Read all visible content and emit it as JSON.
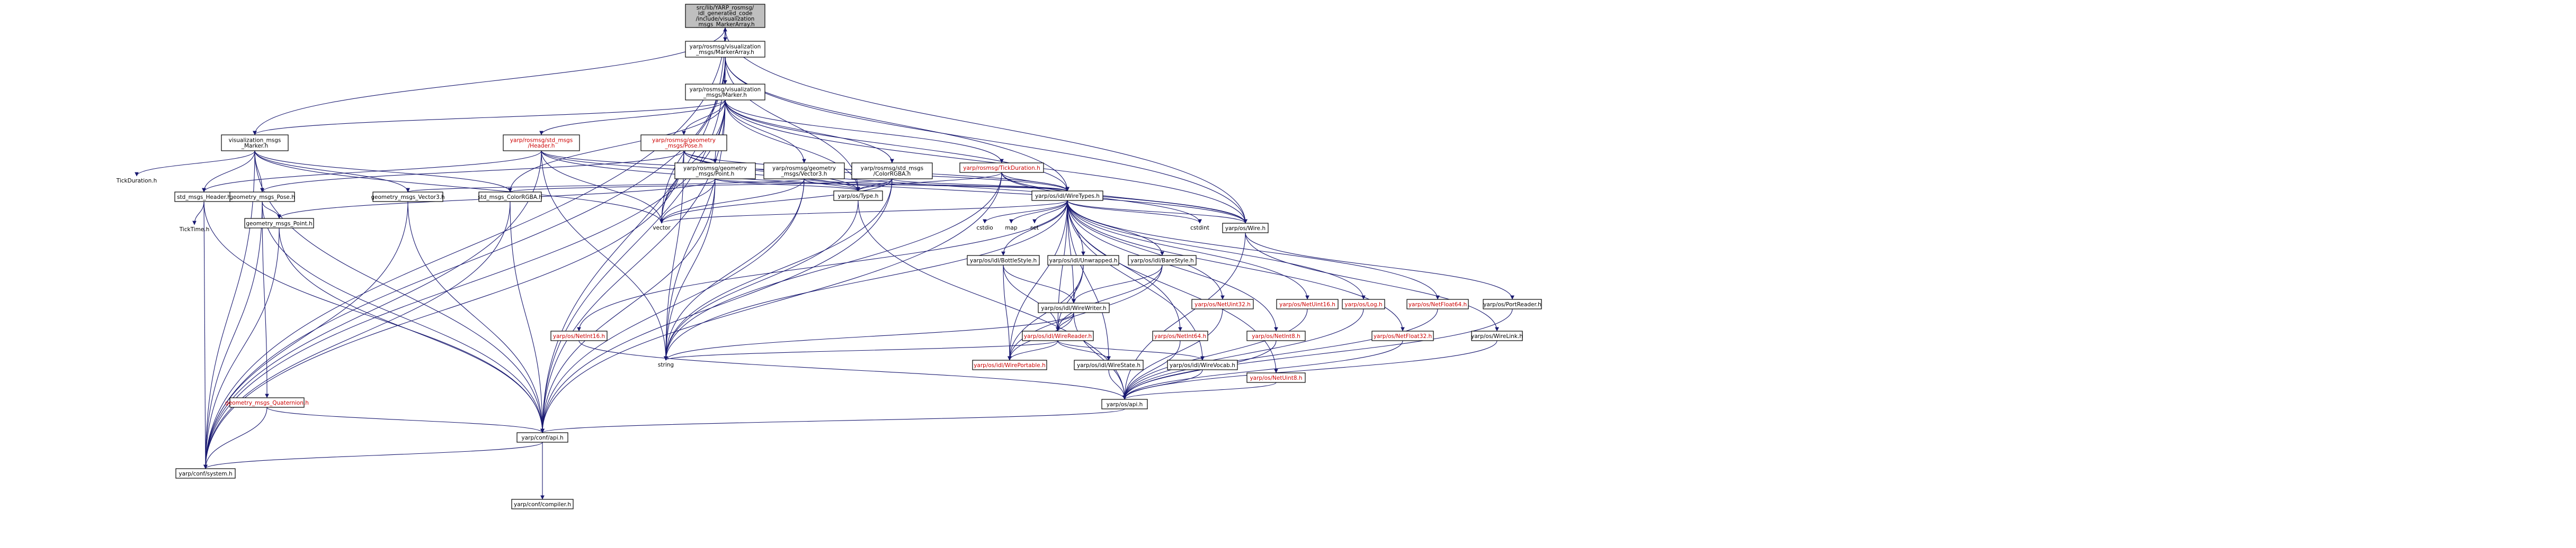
{
  "diagram": {
    "type": "include-dependency-graph",
    "nodes": [
      {
        "id": "root",
        "lines": [
          "src/lib/YARP_rosmsg/",
          "idl_generated_code",
          "/include/visualization",
          "_msgs_MarkerArray.h"
        ],
        "style": "root"
      },
      {
        "id": "markerarray",
        "lines": [
          "yarp/rosmsg/visualization",
          "_msgs/MarkerArray.h"
        ]
      },
      {
        "id": "marker",
        "lines": [
          "yarp/rosmsg/visualization",
          "_msgs/Marker.h"
        ]
      },
      {
        "id": "pose",
        "lines": [
          "yarp/rosmsg/geometry",
          "_msgs/Pose.h"
        ],
        "red": true
      },
      {
        "id": "vismarker",
        "lines": [
          "visualization_msgs",
          "_Marker.h"
        ]
      },
      {
        "id": "stdheader",
        "lines": [
          "yarp/rosmsg/std_msgs",
          "/Header.h"
        ],
        "red": true
      },
      {
        "id": "point",
        "lines": [
          "yarp/rosmsg/geometry",
          "_msgs/Point.h"
        ]
      },
      {
        "id": "vector3",
        "lines": [
          "yarp/rosmsg/geometry",
          "_msgs/Vector3.h"
        ]
      },
      {
        "id": "colorrgba",
        "lines": [
          "yarp/rosmsg/std_msgs",
          "/ColorRGBA.h"
        ]
      },
      {
        "id": "tickduration",
        "lines": [
          "yarp/rosmsg/TickDuration.h"
        ],
        "red": true
      },
      {
        "id": "tickdur_plain",
        "lines": [
          "TickDuration.h"
        ],
        "style": "notext"
      },
      {
        "id": "stdmsgsheader",
        "lines": [
          "std_msgs_Header.h"
        ]
      },
      {
        "id": "geompose",
        "lines": [
          "geometry_msgs_Pose.h"
        ]
      },
      {
        "id": "geomvector3",
        "lines": [
          "geometry_msgs_Vector3.h"
        ]
      },
      {
        "id": "stdcolor",
        "lines": [
          "std_msgs_ColorRGBA.h"
        ]
      },
      {
        "id": "type",
        "lines": [
          "yarp/os/Type.h"
        ]
      },
      {
        "id": "wiretypes",
        "lines": [
          "yarp/os/idl/WireTypes.h"
        ]
      },
      {
        "id": "ticktime",
        "lines": [
          "TickTime.h"
        ],
        "style": "notext"
      },
      {
        "id": "geompoint",
        "lines": [
          "geometry_msgs_Point.h"
        ]
      },
      {
        "id": "vector",
        "lines": [
          "vector"
        ],
        "style": "notext"
      },
      {
        "id": "cstdio",
        "lines": [
          "cstdio"
        ],
        "style": "notext"
      },
      {
        "id": "map",
        "lines": [
          "map"
        ],
        "style": "notext"
      },
      {
        "id": "set",
        "lines": [
          "set"
        ],
        "style": "notext"
      },
      {
        "id": "cstdint",
        "lines": [
          "cstdint"
        ],
        "style": "notext"
      },
      {
        "id": "wire",
        "lines": [
          "yarp/os/Wire.h"
        ]
      },
      {
        "id": "bottlestyle",
        "lines": [
          "yarp/os/idl/BottleStyle.h"
        ]
      },
      {
        "id": "unwrapped",
        "lines": [
          "yarp/os/idl/Unwrapped.h"
        ]
      },
      {
        "id": "barestyle",
        "lines": [
          "yarp/os/idl/BareStyle.h"
        ]
      },
      {
        "id": "netuint32",
        "lines": [
          "yarp/os/NetUint32.h"
        ],
        "red": true
      },
      {
        "id": "netuint16",
        "lines": [
          "yarp/os/NetUint16.h"
        ],
        "red": true
      },
      {
        "id": "logh",
        "lines": [
          "yarp/os/Log.h"
        ],
        "red": true
      },
      {
        "id": "netfloat64",
        "lines": [
          "yarp/os/NetFloat64.h"
        ],
        "red": true
      },
      {
        "id": "portreader",
        "lines": [
          "yarp/os/PortReader.h"
        ]
      },
      {
        "id": "wirewriter",
        "lines": [
          "yarp/os/idl/WireWriter.h"
        ]
      },
      {
        "id": "netint16",
        "lines": [
          "yarp/os/NetInt16.h"
        ],
        "red": true
      },
      {
        "id": "wirereader",
        "lines": [
          "yarp/os/idl/WireReader.h"
        ],
        "red": true
      },
      {
        "id": "netint64",
        "lines": [
          "yarp/os/NetInt64.h"
        ],
        "red": true
      },
      {
        "id": "netint8",
        "lines": [
          "yarp/os/NetInt8.h"
        ],
        "red": true
      },
      {
        "id": "netfloat32",
        "lines": [
          "yarp/os/NetFloat32.h"
        ],
        "red": true
      },
      {
        "id": "wirelink",
        "lines": [
          "yarp/os/WireLink.h"
        ]
      },
      {
        "id": "string",
        "lines": [
          "string"
        ],
        "style": "notext"
      },
      {
        "id": "wireportable",
        "lines": [
          "yarp/os/idl/WirePortable.h"
        ],
        "red": true
      },
      {
        "id": "wirestate",
        "lines": [
          "yarp/os/idl/WireState.h"
        ]
      },
      {
        "id": "wirevocab",
        "lines": [
          "yarp/os/idl/WireVocab.h"
        ]
      },
      {
        "id": "netuint8",
        "lines": [
          "yarp/os/NetUint8.h"
        ],
        "red": true
      },
      {
        "id": "geomquat",
        "lines": [
          "geometry_msgs_Quaternion.h"
        ],
        "red": true
      },
      {
        "id": "api",
        "lines": [
          "yarp/os/api.h"
        ]
      },
      {
        "id": "confapi",
        "lines": [
          "yarp/conf/api.h"
        ]
      },
      {
        "id": "confsystem",
        "lines": [
          "yarp/conf/system.h"
        ]
      },
      {
        "id": "confcompiler",
        "lines": [
          "yarp/conf/compiler.h"
        ]
      }
    ],
    "edges": [
      [
        "root",
        "markerarray"
      ],
      [
        "root",
        "vismarker"
      ],
      [
        "root",
        "confsystem"
      ],
      [
        "root",
        "wire"
      ],
      [
        "root",
        "confapi"
      ],
      [
        "markerarray",
        "root"
      ],
      [
        "markerarray",
        "marker"
      ],
      [
        "markerarray",
        "vector"
      ],
      [
        "markerarray",
        "wiretypes"
      ],
      [
        "markerarray",
        "confsystem"
      ],
      [
        "markerarray",
        "type"
      ],
      [
        "markerarray",
        "wire"
      ],
      [
        "markerarray",
        "confapi"
      ],
      [
        "marker",
        "pose"
      ],
      [
        "marker",
        "vismarker"
      ],
      [
        "marker",
        "stdheader"
      ],
      [
        "marker",
        "point"
      ],
      [
        "marker",
        "vector3"
      ],
      [
        "marker",
        "colorrgba"
      ],
      [
        "marker",
        "tickduration"
      ],
      [
        "marker",
        "type"
      ],
      [
        "marker",
        "wiretypes"
      ],
      [
        "marker",
        "vector"
      ],
      [
        "marker",
        "string"
      ],
      [
        "marker",
        "confsystem"
      ],
      [
        "marker",
        "wire"
      ],
      [
        "marker",
        "stdcolor"
      ],
      [
        "marker",
        "confapi"
      ],
      [
        "pose",
        "point"
      ],
      [
        "pose",
        "vector"
      ],
      [
        "pose",
        "wiretypes"
      ],
      [
        "pose",
        "type"
      ],
      [
        "pose",
        "string"
      ],
      [
        "pose",
        "geompose"
      ],
      [
        "pose",
        "wire"
      ],
      [
        "pose",
        "confsystem"
      ],
      [
        "vismarker",
        "stdmsgsheader"
      ],
      [
        "vismarker",
        "geompose"
      ],
      [
        "vismarker",
        "geomvector3"
      ],
      [
        "vismarker",
        "stdcolor"
      ],
      [
        "vismarker",
        "tickdur_plain"
      ],
      [
        "vismarker",
        "confsystem"
      ],
      [
        "vismarker",
        "confapi"
      ],
      [
        "vismarker",
        "vector"
      ],
      [
        "stdheader",
        "type"
      ],
      [
        "stdheader",
        "wiretypes"
      ],
      [
        "stdheader",
        "stdmsgsheader"
      ],
      [
        "stdheader",
        "string"
      ],
      [
        "stdheader",
        "vector"
      ],
      [
        "stdheader",
        "confsystem"
      ],
      [
        "stdheader",
        "wire"
      ],
      [
        "point",
        "type"
      ],
      [
        "point",
        "wiretypes"
      ],
      [
        "point",
        "geompoint"
      ],
      [
        "point",
        "vector"
      ],
      [
        "point",
        "string"
      ],
      [
        "point",
        "confapi"
      ],
      [
        "vector3",
        "type"
      ],
      [
        "vector3",
        "wiretypes"
      ],
      [
        "vector3",
        "geomvector3"
      ],
      [
        "vector3",
        "vector"
      ],
      [
        "vector3",
        "string"
      ],
      [
        "vector3",
        "confapi"
      ],
      [
        "colorrgba",
        "type"
      ],
      [
        "colorrgba",
        "wiretypes"
      ],
      [
        "colorrgba",
        "stdcolor"
      ],
      [
        "colorrgba",
        "vector"
      ],
      [
        "colorrgba",
        "string"
      ],
      [
        "colorrgba",
        "confapi"
      ],
      [
        "tickduration",
        "wiretypes"
      ],
      [
        "tickduration",
        "type"
      ],
      [
        "tickduration",
        "string"
      ],
      [
        "tickduration",
        "confapi"
      ],
      [
        "tickduration",
        "cstdint"
      ],
      [
        "tickduration",
        "wire"
      ],
      [
        "stdmsgsheader",
        "ticktime"
      ],
      [
        "stdmsgsheader",
        "confsystem"
      ],
      [
        "stdmsgsheader",
        "confapi"
      ],
      [
        "geompose",
        "geompoint"
      ],
      [
        "geompose",
        "geomquat"
      ],
      [
        "geompose",
        "confsystem"
      ],
      [
        "geompose",
        "confapi"
      ],
      [
        "geomvector3",
        "confsystem"
      ],
      [
        "geomvector3",
        "confapi"
      ],
      [
        "stdcolor",
        "confsystem"
      ],
      [
        "stdcolor",
        "confapi"
      ],
      [
        "geompoint",
        "confsystem"
      ],
      [
        "geompoint",
        "confapi"
      ],
      [
        "geomquat",
        "confsystem"
      ],
      [
        "geomquat",
        "confapi"
      ],
      [
        "type",
        "string"
      ],
      [
        "type",
        "api"
      ],
      [
        "wiretypes",
        "vector"
      ],
      [
        "wiretypes",
        "cstdio"
      ],
      [
        "wiretypes",
        "map"
      ],
      [
        "wiretypes",
        "set"
      ],
      [
        "wiretypes",
        "cstdint"
      ],
      [
        "wiretypes",
        "wire"
      ],
      [
        "wiretypes",
        "bottlestyle"
      ],
      [
        "wiretypes",
        "unwrapped"
      ],
      [
        "wiretypes",
        "barestyle"
      ],
      [
        "wiretypes",
        "netuint32"
      ],
      [
        "wiretypes",
        "netuint16"
      ],
      [
        "wiretypes",
        "logh"
      ],
      [
        "wiretypes",
        "netfloat64"
      ],
      [
        "wiretypes",
        "wirewriter"
      ],
      [
        "wiretypes",
        "netint16"
      ],
      [
        "wiretypes",
        "wirereader"
      ],
      [
        "wiretypes",
        "netint64"
      ],
      [
        "wiretypes",
        "netint8"
      ],
      [
        "wiretypes",
        "netfloat32"
      ],
      [
        "wiretypes",
        "wireportable"
      ],
      [
        "wiretypes",
        "wirestate"
      ],
      [
        "wiretypes",
        "wirevocab"
      ],
      [
        "wiretypes",
        "netuint8"
      ],
      [
        "wiretypes",
        "string"
      ],
      [
        "wire",
        "portreader"
      ],
      [
        "wire",
        "wirelink"
      ],
      [
        "wire",
        "api"
      ],
      [
        "bottlestyle",
        "wirewriter"
      ],
      [
        "bottlestyle",
        "wirereader"
      ],
      [
        "bottlestyle",
        "wireportable"
      ],
      [
        "unwrapped",
        "wirewriter"
      ],
      [
        "unwrapped",
        "wirereader"
      ],
      [
        "unwrapped",
        "wireportable"
      ],
      [
        "barestyle",
        "wirewriter"
      ],
      [
        "barestyle",
        "wirereader"
      ],
      [
        "barestyle",
        "wireportable"
      ],
      [
        "wirewriter",
        "wirereader"
      ],
      [
        "wirewriter",
        "string"
      ],
      [
        "wirewriter",
        "wireportable"
      ],
      [
        "wirewriter",
        "api"
      ],
      [
        "wirereader",
        "wirestate"
      ],
      [
        "wirereader",
        "wirevocab"
      ],
      [
        "wirereader",
        "wireportable"
      ],
      [
        "wirereader",
        "string"
      ],
      [
        "wirestate",
        "api"
      ],
      [
        "wirevocab",
        "api"
      ],
      [
        "netuint32",
        "api"
      ],
      [
        "netuint16",
        "api"
      ],
      [
        "logh",
        "api"
      ],
      [
        "netfloat64",
        "api"
      ],
      [
        "netint16",
        "api"
      ],
      [
        "netint64",
        "api"
      ],
      [
        "netint8",
        "api"
      ],
      [
        "netfloat32",
        "api"
      ],
      [
        "netuint8",
        "api"
      ],
      [
        "portreader",
        "api"
      ],
      [
        "wirelink",
        "api"
      ],
      [
        "api",
        "confapi"
      ],
      [
        "confapi",
        "confsystem"
      ],
      [
        "confapi",
        "confcompiler"
      ]
    ]
  }
}
